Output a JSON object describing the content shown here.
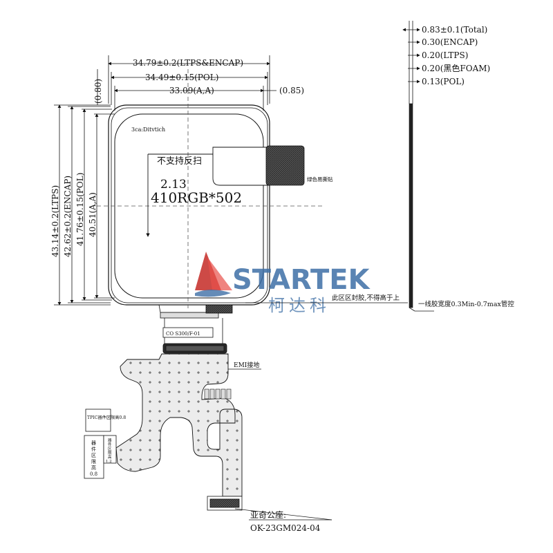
{
  "dimensions": {
    "ltps_encap_width": "34.79±0.2(LTPS&ENCAP)",
    "pol_width": "34.49±0.15(POL)",
    "aa_width": "33.09(A,A)",
    "top_offset": "(0.80)",
    "right_offset": "(0.85)",
    "ltps_height": "43.14±0.2(LTPS)",
    "encap_height": "42.62±0.2(ENCAP)",
    "pol_height": "41.76±0.15(POL)",
    "aa_height": "40.51(A,A)"
  },
  "stack": {
    "total": "0.83±0.1(Total)",
    "encap": "0.30(ENCAP)",
    "ltps": "0.20(LTPS)",
    "foam": "0.20(黑色FOAM)",
    "pol": "0.13(POL)"
  },
  "display": {
    "corner_label": "3ca:Ditvtich",
    "no_reverse_scan": "不支持反扫",
    "size": "2.13",
    "resolution": "410RGB*502"
  },
  "annotations": {
    "green_tape": "绿色易撕贴",
    "seal_note": "此区区封胶,不得高于上",
    "glue_line": "一线胶宽度0.3Min-0.7max管控",
    "emi_ground": "EMI接地",
    "fpc_code": "CO S300/F-01",
    "tpic_area": "TPIC器件区限高0.8",
    "component_area_left": [
      "器",
      "件",
      "区",
      "限",
      "高",
      "0.8"
    ],
    "component_area_right": [
      "器",
      "件",
      "区",
      "限",
      "高",
      "1.2"
    ],
    "connector_vendor": "亚奇公座:",
    "connector_part": "OK-23GM024-04"
  },
  "watermark": {
    "brand": "STARTEK",
    "chinese": "柯达科"
  },
  "colors": {
    "line": "#111111",
    "watermark_blue": "#3e6fa6",
    "watermark_red": "#d9302c",
    "fpc_gray": "#e4e4e4",
    "tape_dark": "#4a4a4a"
  }
}
